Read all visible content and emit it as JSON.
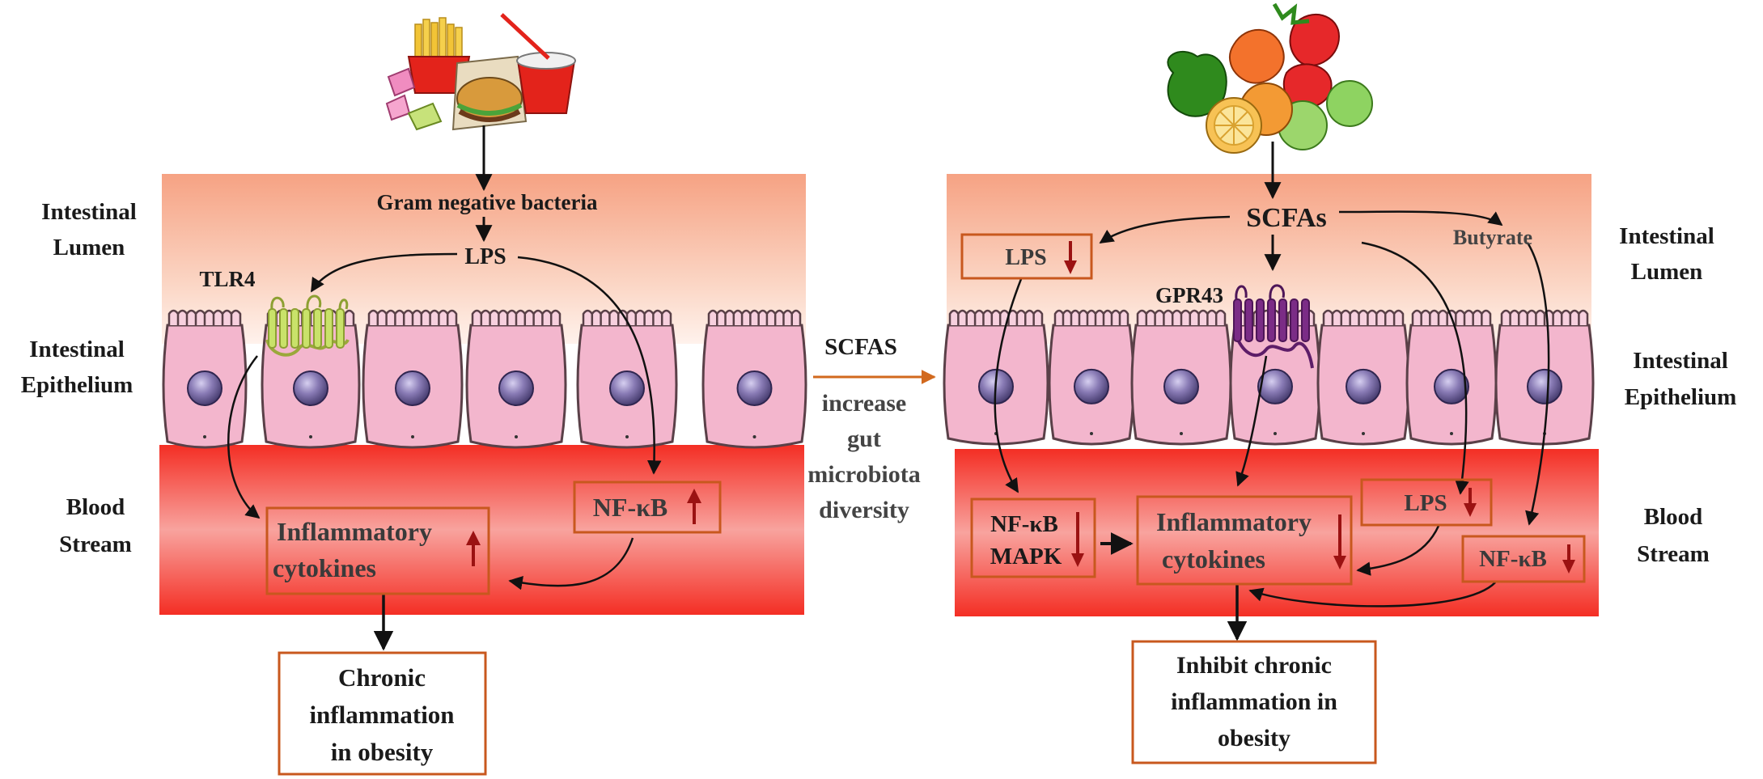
{
  "left_panel": {
    "lumen_label": [
      "Intestinal",
      "Lumen"
    ],
    "epithelium_label": [
      "Intestinal",
      "Epithelium"
    ],
    "blood_label": [
      "Blood",
      "Stream"
    ],
    "gram_negative": "Gram negative bacteria",
    "lps": "LPS",
    "tlr4": "TLR4",
    "nfkb": "NF-κB",
    "cytokines": [
      "Inflammatory",
      "cytokines"
    ],
    "outcome": [
      "Chronic",
      "inflammation",
      "in obesity"
    ],
    "food_icon": "junk-food-icon"
  },
  "middle": {
    "scfas": "SCFAS",
    "effect": [
      "increase",
      "gut",
      "microbiota",
      "diversity"
    ]
  },
  "right_panel": {
    "lumen_label": [
      "Intestinal",
      "Lumen"
    ],
    "epithelium_label": [
      "Intestinal",
      "Epithelium"
    ],
    "blood_label": [
      "Blood",
      "Stream"
    ],
    "scfas": "SCFAs",
    "butyrate": "Butyrate",
    "lps_lumen": "LPS",
    "gpr43": "GPR43",
    "nfkb_mapk": [
      "NF-κB",
      "MAPK"
    ],
    "cytokines": [
      "Inflammatory",
      "cytokines"
    ],
    "lps_blood": "LPS",
    "nfkb": "NF-κB",
    "outcome": [
      "Inhibit chronic",
      "inflammation in",
      "obesity"
    ],
    "food_icon": "fruit-vegetable-icon"
  },
  "colors": {
    "box_border": "#c8581e",
    "arrow_up": "#9b1212",
    "arrow_down": "#9b1212",
    "lumen_top": "#f6a283",
    "blood_mid": "#f2322a",
    "cell_fill": "#f3b6cd",
    "nucleus": "#7e6fa6",
    "tlr4": "#c9e26a",
    "gpr43": "#7b2c86"
  }
}
